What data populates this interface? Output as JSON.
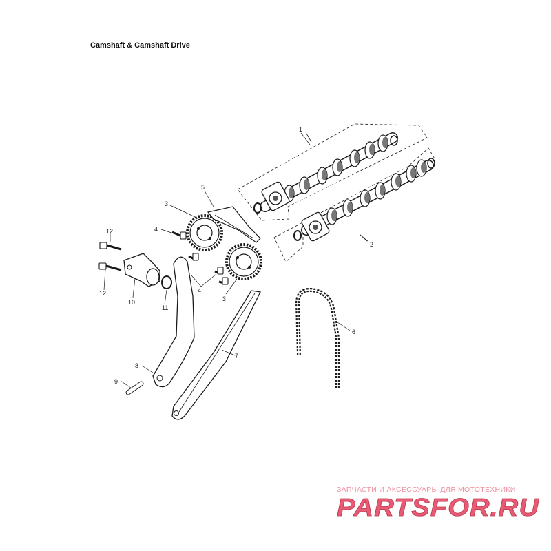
{
  "title": "Camshaft & Camshaft Drive",
  "callouts": [
    "1",
    "2",
    "3",
    "3",
    "4",
    "4",
    "5",
    "6",
    "7",
    "8",
    "9",
    "10",
    "11",
    "12",
    "12"
  ],
  "watermark": {
    "tagline": "ЗАПЧАСТИ И АКСЕССУАРЫ ДЛЯ МОТОТЕХНИКИ",
    "logo_text": "PARTSFOR.RU",
    "color": "#ea5a72"
  },
  "colors": {
    "line": "#1a1a1a",
    "paper": "#ffffff"
  }
}
